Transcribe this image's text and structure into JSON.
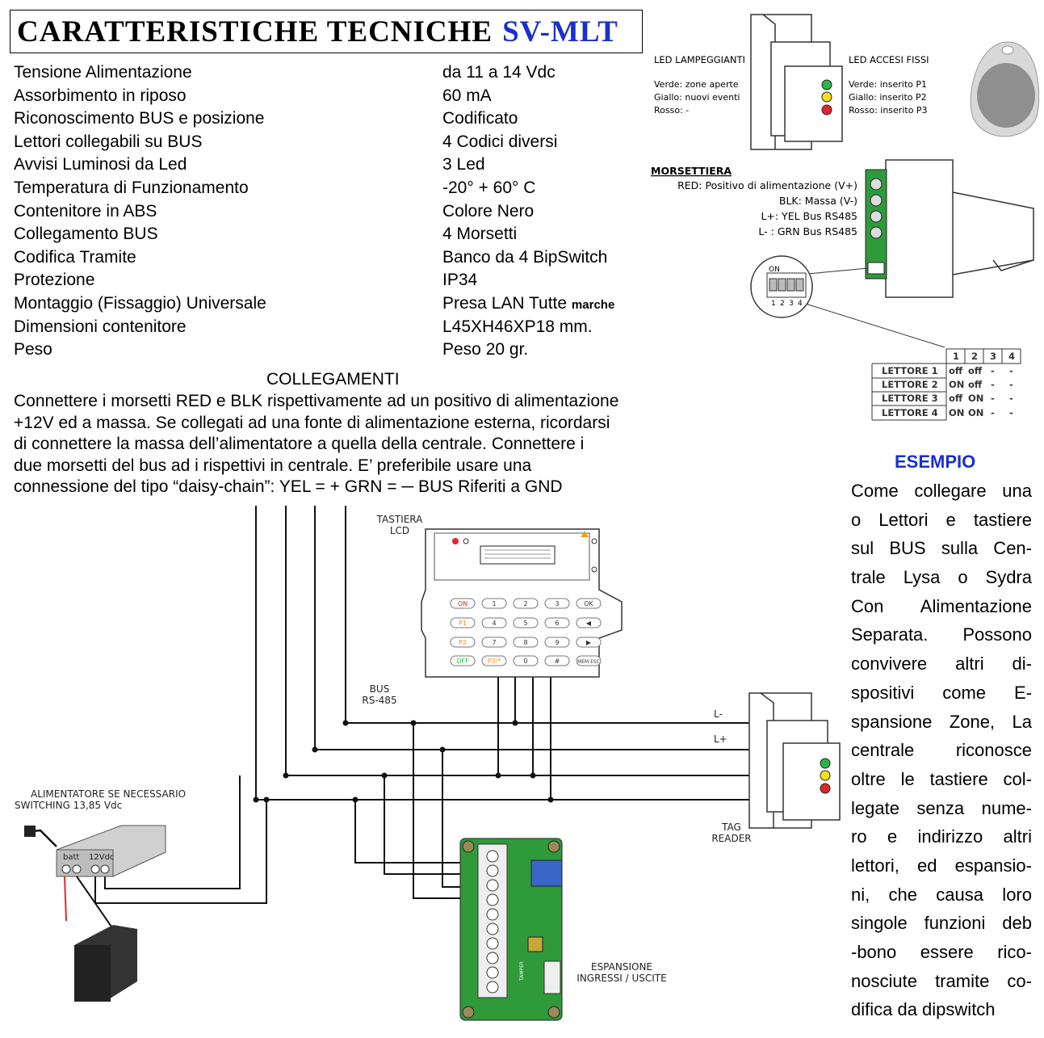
{
  "title": {
    "main": "CARATTERISTICHE TECNICHE",
    "model": "SV-MLT"
  },
  "specs": [
    {
      "label": "Tensione Alimentazione",
      "value": "da 11 a 14 Vdc"
    },
    {
      "label": "Assorbimento in riposo",
      "value": "60 mA"
    },
    {
      "label": "Riconoscimento BUS e posizione",
      "value": "Codificato"
    },
    {
      "label": "Lettori collegabili su BUS",
      "value": "4 Codici diversi"
    },
    {
      "label": "Avvisi Luminosi da Led",
      "value": "3 Led"
    },
    {
      "label": "Temperatura di Funzionamento",
      "value": "-20° + 60° C"
    },
    {
      "label": "Contenitore in ABS",
      "value": "Colore Nero"
    },
    {
      "label": "Collegamento BUS",
      "value": "4 Morsetti"
    },
    {
      "label": "Codifica Tramite",
      "value": "Banco da 4 BipSwitch"
    },
    {
      "label": "Protezione",
      "value": "IP34"
    },
    {
      "label": "Montaggio (Fissaggio) Universale",
      "value": "Presa LAN Tutte",
      "value_small": "marche"
    },
    {
      "label": "Dimensioni contenitore",
      "value": "L45XH46XP18 mm."
    },
    {
      "label": "Peso",
      "value": "Peso 20 gr."
    }
  ],
  "collegamenti": {
    "title": "COLLEGAMENTI",
    "lines": [
      "Connettere i morsetti RED e BLK rispettivamente ad un positivo di alimentazione",
      "+12V ed a massa. Se collegati ad una fonte di alimentazione esterna, ricordarsi",
      "di connettere la massa dell’alimentatore a quella della centrale. Connettere i",
      "due morsetti del bus ad i rispettivi in centrale. E’ preferibile usare una",
      "connessione del tipo “daisy-chain”: YEL = + GRN = ─ BUS Riferiti a GND"
    ]
  },
  "esempio": {
    "title": "ESEMPIO",
    "lines": [
      "Come collegare una",
      "o Lettori e tastiere",
      "sul BUS sulla Cen-",
      "trale Lysa o Sydra",
      "Con Alimentazione",
      "Separata. Possono",
      "convivere altri di-",
      "spositivi come E-",
      "spansione Zone, La",
      "centrale riconosce",
      "oltre le tastiere col-",
      "legate senza nume-",
      "ro e indirizzo altri",
      "lettori, ed espansio-",
      "ni, che causa loro",
      "singole funzioni deb",
      "-bono essere rico-",
      "nosciute tramite co-",
      "difica da dipswitch"
    ]
  },
  "device": {
    "led_lampeggianti": {
      "title": "LED LAMPEGGIANTI",
      "lines": [
        "Verde: zone aperte",
        "Giallo: nuovi eventi",
        "Rosso: -"
      ]
    },
    "led_fissi": {
      "title": "LED ACCESI FISSI",
      "lines": [
        "Verde: inserito P1",
        "Giallo: inserito P2",
        "Rosso: inserito P3"
      ]
    },
    "morsettiera": {
      "title": "MORSETTIERA",
      "lines": [
        "RED: Positivo di alimentazione (V+)",
        "BLK: Massa (V-)",
        "L+: YEL Bus RS485",
        "L- : GRN Bus RS485"
      ]
    },
    "dip_on": "ON",
    "dip_numbers": [
      "1",
      "2",
      "3",
      "4"
    ]
  },
  "dip_table": {
    "headers": [
      "1",
      "2",
      "3",
      "4"
    ],
    "rows": [
      {
        "label": "LETTORE 1",
        "values": [
          "off",
          "off",
          "-",
          "-"
        ]
      },
      {
        "label": "LETTORE 2",
        "values": [
          "ON",
          "off",
          "-",
          "-"
        ]
      },
      {
        "label": "LETTORE 3",
        "values": [
          "off",
          "ON",
          "-",
          "-"
        ]
      },
      {
        "label": "LETTORE 4",
        "values": [
          "ON",
          "ON",
          "-",
          "-"
        ]
      }
    ]
  },
  "diagram": {
    "tastiera": [
      "TASTIERA",
      "LCD"
    ],
    "bus": [
      "BUS",
      "RS-485"
    ],
    "alimentatore": [
      "ALIMENTATORE SE NECESSARIO",
      "SWITCHING 13,85 Vdc"
    ],
    "batt": "batt",
    "v12": "12Vdc",
    "tag_reader": [
      "TAG",
      "READER"
    ],
    "l_minus": "L-",
    "l_plus": "L+",
    "espansione": [
      "ESPANSIONE",
      "INGRESSI / USCITE"
    ],
    "keys": [
      "ON",
      "1",
      "2",
      "3",
      "OK",
      "P1",
      "4",
      "5",
      "6",
      "◀",
      "P2",
      "7",
      "8",
      "9",
      "▶",
      "OFF",
      "P3/*",
      "0",
      "#",
      "MEM ESC"
    ],
    "tamper": "TAMPER"
  },
  "colors": {
    "model": "#1a2fd0",
    "esempio_title": "#1a2fd0",
    "led_green": "#2db34a",
    "led_yellow": "#f2e21b",
    "led_red": "#e3262a",
    "board_green": "#2e9a3a"
  }
}
